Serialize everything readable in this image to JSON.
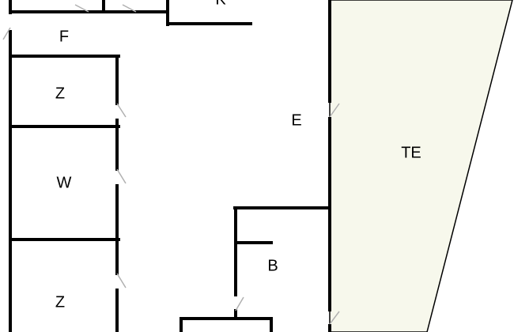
{
  "plan": {
    "room_labels": [
      "K",
      "F",
      "Z",
      "E",
      "TE",
      "W",
      "B",
      "Z"
    ],
    "colors": {
      "wall": "#000000",
      "terrace_fill": "#f7f8ec",
      "floor_fill": "#ffffff",
      "door_swing": "#b0b0b0"
    }
  }
}
